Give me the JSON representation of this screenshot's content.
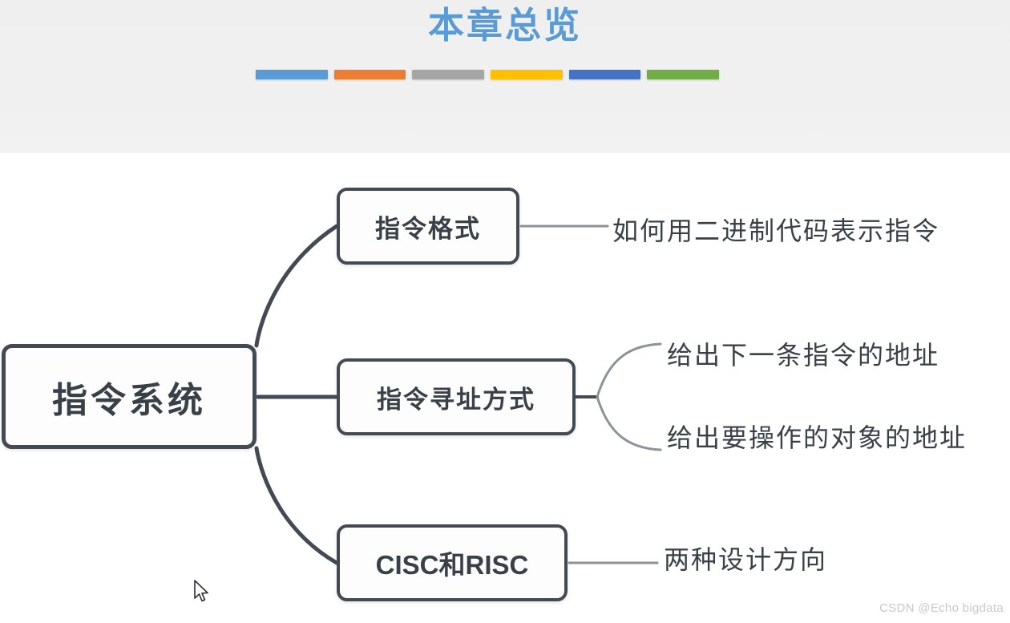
{
  "slide": {
    "title": "本章总览",
    "title_color": "#5b9bd5",
    "background_color": "#efefef",
    "canvas_background": "#ffffff"
  },
  "accent_bars": [
    {
      "name": "bar-blue",
      "color": "#5b9bd5"
    },
    {
      "name": "bar-orange",
      "color": "#ed7d31"
    },
    {
      "name": "bar-gray",
      "color": "#a5a5a5"
    },
    {
      "name": "bar-gold",
      "color": "#ffc000"
    },
    {
      "name": "bar-dark-blue",
      "color": "#4472c4"
    },
    {
      "name": "bar-green",
      "color": "#70ad47"
    }
  ],
  "mindmap": {
    "root": {
      "label": "指令系统"
    },
    "branches": [
      {
        "id": "format",
        "label": "指令格式",
        "leaves": [
          "如何用二进制代码表示指令"
        ]
      },
      {
        "id": "addressing",
        "label": "指令寻址方式",
        "leaves": [
          "给出下一条指令的地址",
          "给出要操作的对象的地址"
        ]
      },
      {
        "id": "cisc-risc",
        "label": "CISC和RISC",
        "leaves": [
          "两种设计方向"
        ]
      }
    ],
    "node_border_color": "#434a54",
    "connector_color": "#434a54",
    "leaf_connector_color": "#8d9299",
    "text_color": "#3a4048"
  },
  "cursor": {
    "icon": "mouse-pointer-icon"
  },
  "watermark": {
    "text": "CSDN @Echo bigdata"
  }
}
